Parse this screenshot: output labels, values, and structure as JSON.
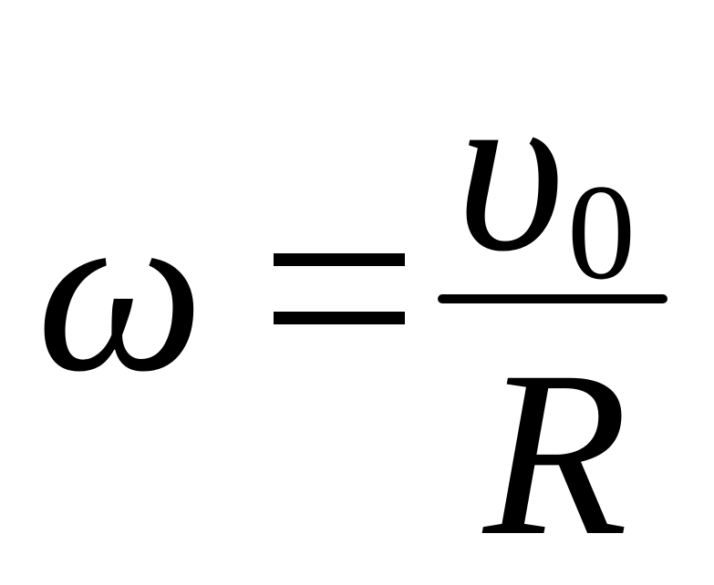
{
  "equation": {
    "lhs": "ω",
    "relation": "=",
    "numerator": {
      "main": "υ",
      "subscript": "0"
    },
    "denominator": "R"
  }
}
